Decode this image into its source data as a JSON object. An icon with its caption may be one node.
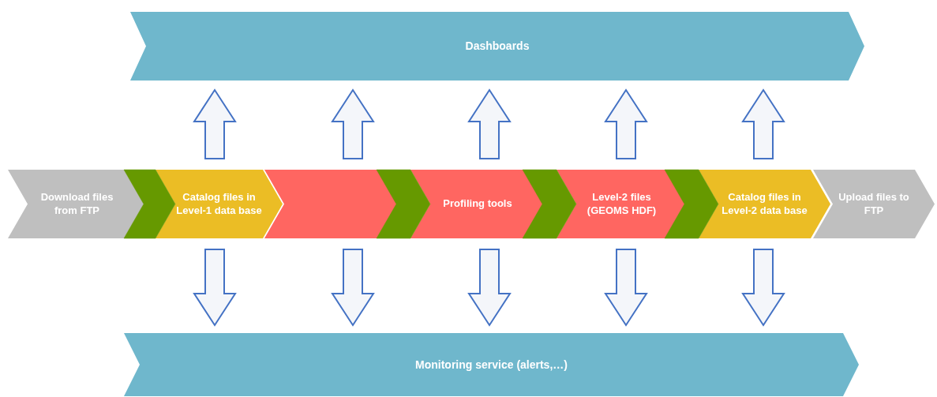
{
  "diagram": {
    "nodes": [
      {
        "text": [
          "Dashboards"
        ]
      },
      {
        "text": [
          "Download files from FTP"
        ]
      },
      {
        "text": [
          "Catalog files in Level-1 data base"
        ]
      },
      {
        "text": [],
        "shape": "chevron"
      },
      {
        "text": [
          "Profiling tools"
        ]
      },
      {
        "text": [
          "Level-2 files (GEOMS HDF)"
        ]
      },
      {
        "text": [
          "Catalog files in Level-2 data base"
        ]
      },
      {
        "text": [
          "Upload files to FTP"
        ]
      },
      {
        "text": [
          "Monitoring service (alerts,…)"
        ]
      }
    ],
    "edges": [
      {
        "from": 2,
        "to": 0,
        "arrow": "to"
      },
      {
        "from": 3,
        "to": 0,
        "arrow": "to"
      },
      {
        "from": 4,
        "to": 0,
        "arrow": "to"
      },
      {
        "from": 5,
        "to": 0,
        "arrow": "to"
      },
      {
        "from": 6,
        "to": 0,
        "arrow": "to"
      },
      {
        "from": 2,
        "to": 8,
        "arrow": "to"
      },
      {
        "from": 3,
        "to": 8,
        "arrow": "to"
      },
      {
        "from": 4,
        "to": 8,
        "arrow": "to"
      },
      {
        "from": 5,
        "to": 8,
        "arrow": "to"
      },
      {
        "from": 6,
        "to": 8,
        "arrow": "to"
      },
      {
        "from": 1,
        "to": 2,
        "arrow": "to",
        "style": "thick",
        "color": "#669900"
      },
      {
        "from": 3,
        "to": 4,
        "arrow": "to",
        "style": "thick",
        "color": "#669900"
      },
      {
        "from": 4,
        "to": 5,
        "arrow": "to",
        "style": "thick",
        "color": "#669900"
      },
      {
        "from": 5,
        "to": 6,
        "arrow": "to",
        "style": "thick",
        "color": "#669900"
      }
    ]
  }
}
